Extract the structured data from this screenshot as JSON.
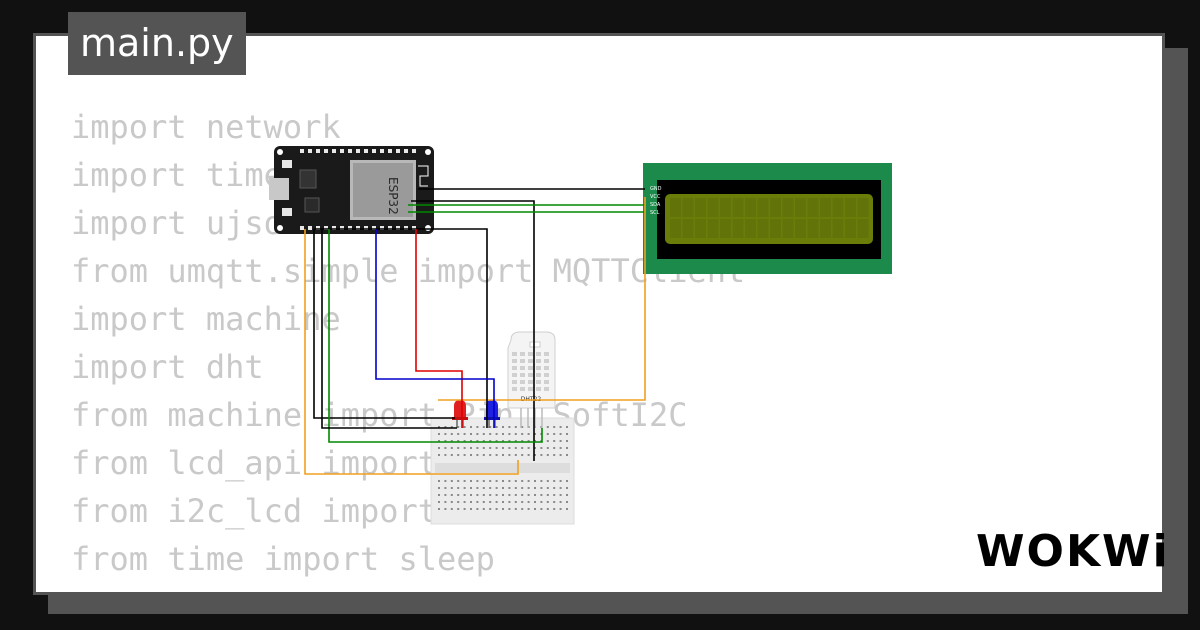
{
  "tab": {
    "filename": "main.py"
  },
  "code_lines": [
    "import network",
    "import time",
    "import ujson",
    "from umqtt.simple import MQTTClient",
    "import machine",
    "import dht",
    "from machine import Pin, SoftI2C",
    "from lcd_api import LcdApi",
    "from i2c_lcd import I2cLcd",
    "from time import sleep"
  ],
  "circuit": {
    "esp32_label": "ESP32",
    "lcd_pins": [
      "GND",
      "VCC",
      "SDA",
      "SCL"
    ],
    "dht_label": "DHT22"
  },
  "branding": {
    "logo": "WOKWi"
  },
  "colors": {
    "background": "#111111",
    "card_border": "#545454",
    "code_text": "#c9c9c9",
    "lcd_board": "#1b8a4a",
    "lcd_screen": "#6b7d09",
    "wire_black": "#000000",
    "wire_red": "#e00000",
    "wire_blue": "#0000cc",
    "wire_green": "#008800",
    "wire_orange": "#f0a020"
  }
}
